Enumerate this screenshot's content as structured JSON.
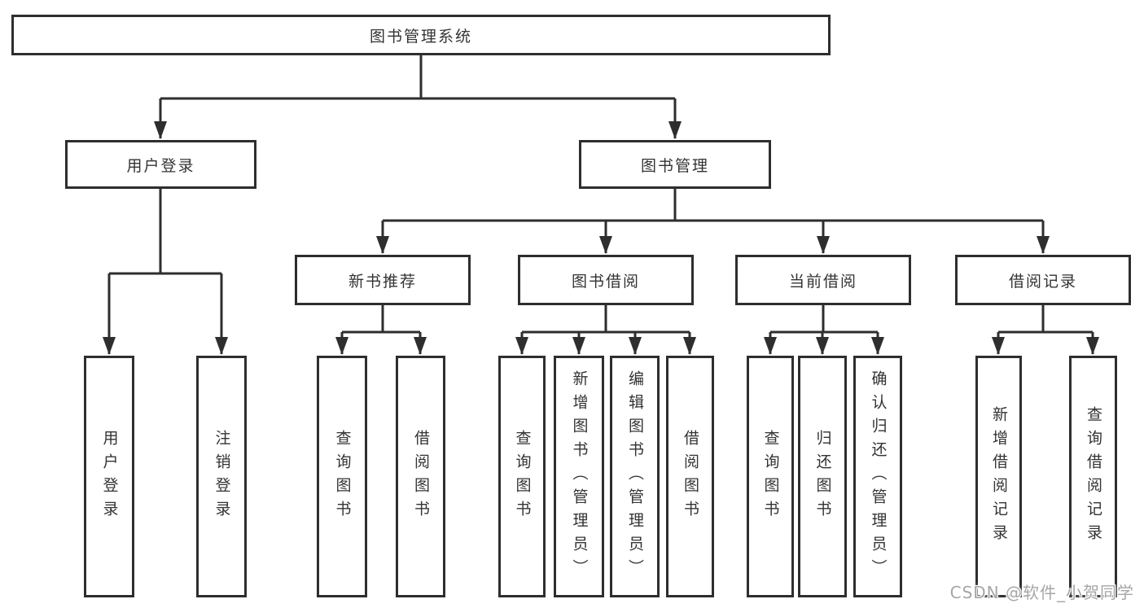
{
  "diagram": {
    "root": {
      "label": "图书管理系统"
    },
    "level2": {
      "user_login": {
        "label": "用户登录"
      },
      "book_mgmt": {
        "label": "图书管理"
      }
    },
    "level3": {
      "new_book_rec": {
        "label": "新书推荐"
      },
      "book_borrow": {
        "label": "图书借阅"
      },
      "current_borrow": {
        "label": "当前借阅"
      },
      "borrow_record": {
        "label": "借阅记录"
      }
    },
    "leaves": {
      "user_login_1": "用户登录",
      "user_login_2": "注销登录",
      "new_book_1": "查询图书",
      "new_book_2": "借阅图书",
      "borrow_1": "查询图书",
      "borrow_2": "新增图书（管理员）",
      "borrow_3": "编辑图书（管理员）",
      "borrow_4": "借阅图书",
      "current_1": "查询图书",
      "current_2": "归还图书",
      "current_3": "确认归还（管理员）",
      "record_1": "新增借阅记录",
      "record_2": "查询借阅记录"
    }
  },
  "watermark": {
    "text": "CSDN @软件_小贺同学"
  },
  "colors": {
    "line": "#2e2e2e",
    "text": "#333333",
    "background": "#ffffff",
    "watermark": "#a6a6a6"
  }
}
